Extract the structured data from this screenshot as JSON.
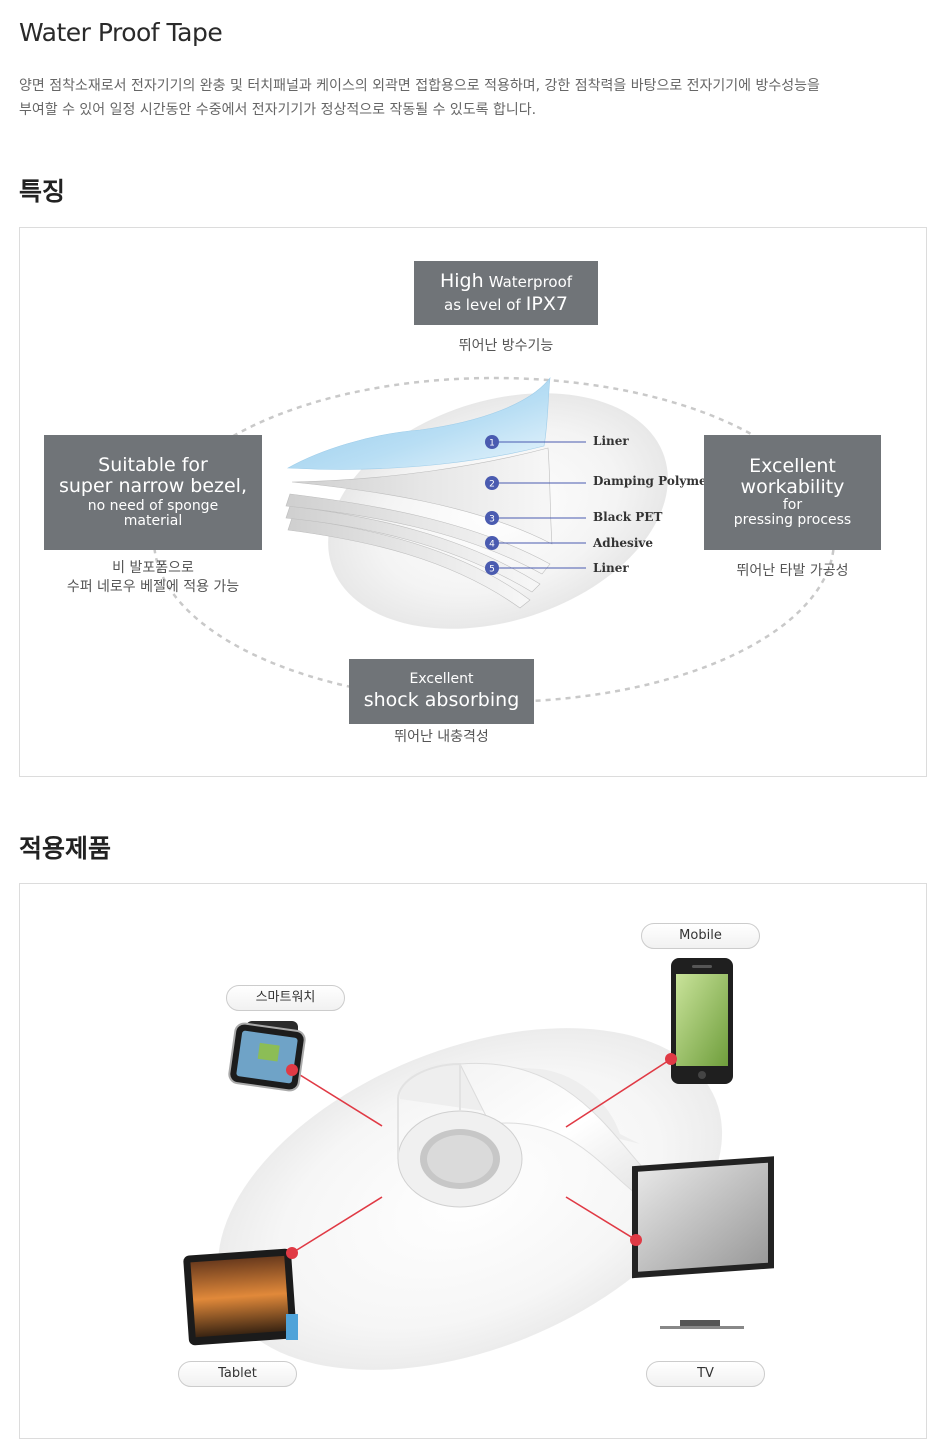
{
  "header": {
    "title": "Water Proof Tape",
    "intro_line1": "양면 점착소재로서 전자기기의 완충 및 터치패널과 케이스의 외곽면 접합용으로 적용하며, 강한 점착력을 바탕으로 전자기기에 방수성능을",
    "intro_line2": "부여할 수 있어 일정 시간동안 수중에서 전자기기가 정상적으로 작동될 수 있도록 합니다."
  },
  "features": {
    "section_title": "특징",
    "waterproof": {
      "w1": "High",
      "w2": "Waterproof",
      "w3": "as level of",
      "w4": "IPX7",
      "caption": "뛰어난 방수기능"
    },
    "bezel": {
      "w1": "Suitable for",
      "w2": "super narrow bezel,",
      "w3": "no need of sponge",
      "w4": "material",
      "caption1": "비 발포폼으로",
      "caption2": "수퍼 네로우 베젤에 적용 가능"
    },
    "workability": {
      "w1": "Excellent",
      "w2": "workability",
      "w3": "for",
      "w4": "pressing process",
      "caption": "뛰어난 타발 가공성"
    },
    "shock": {
      "w1": "Excellent",
      "w2": "shock absorbing",
      "caption": "뛰어난 내충격성"
    },
    "layers": [
      {
        "num": "1",
        "label": "Liner"
      },
      {
        "num": "2",
        "label": "Damping Polymer"
      },
      {
        "num": "3",
        "label": "Black PET"
      },
      {
        "num": "4",
        "label": "Adhesive"
      },
      {
        "num": "5",
        "label": "Liner"
      }
    ],
    "colors": {
      "box": "#707478",
      "badge": "#4a5bb0",
      "leader": "#4a5bb0",
      "film": "#a8d4ef"
    }
  },
  "products": {
    "section_title": "적용제품",
    "items": {
      "watch": "스마트워치",
      "mobile": "Mobile",
      "tablet": "Tablet",
      "tv": "TV"
    },
    "colors": {
      "connector": "#e03a45"
    }
  }
}
